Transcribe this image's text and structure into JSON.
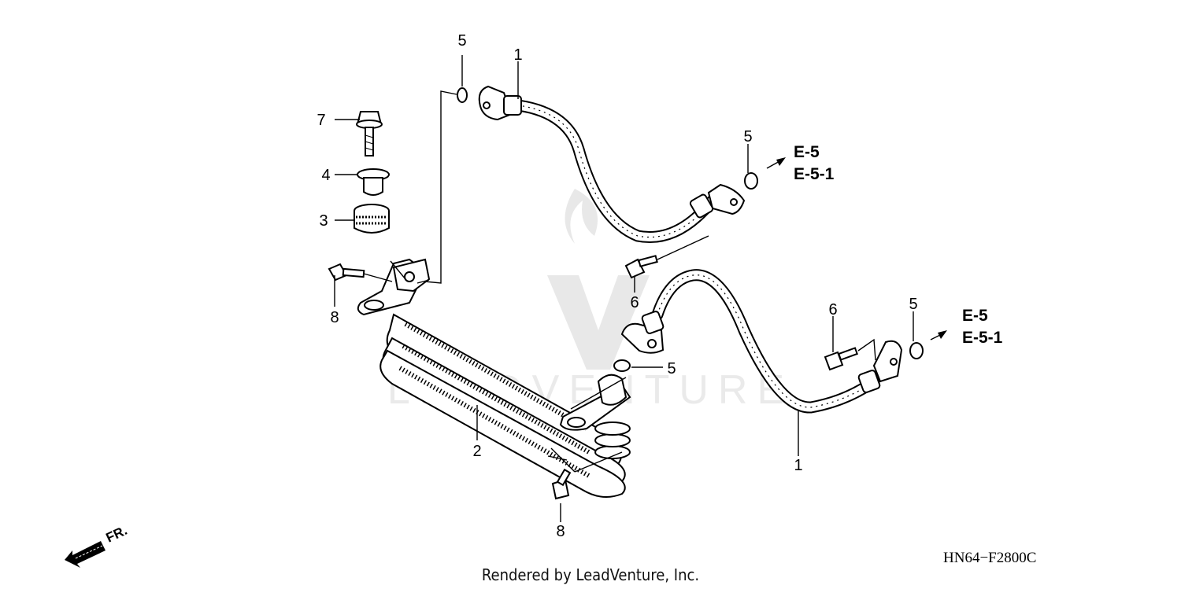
{
  "callouts": {
    "c1a": "1",
    "c1b": "1",
    "c2": "2",
    "c3": "3",
    "c4": "4",
    "c5a": "5",
    "c5b": "5",
    "c5c": "5",
    "c5d": "5",
    "c6a": "6",
    "c6b": "6",
    "c7": "7",
    "c8a": "8",
    "c8b": "8"
  },
  "references": {
    "upper": [
      "E-5",
      "E-5-1"
    ],
    "lower": [
      "E-5",
      "E-5-1"
    ]
  },
  "front_marker": "FR.",
  "diagram_code": "HN64−F2800C",
  "credit": "Rendered by LeadVenture, Inc.",
  "watermark_text": "LEADVENTURE",
  "colors": {
    "ink": "#000000",
    "background": "#ffffff",
    "watermark": "#e6e6e6"
  }
}
